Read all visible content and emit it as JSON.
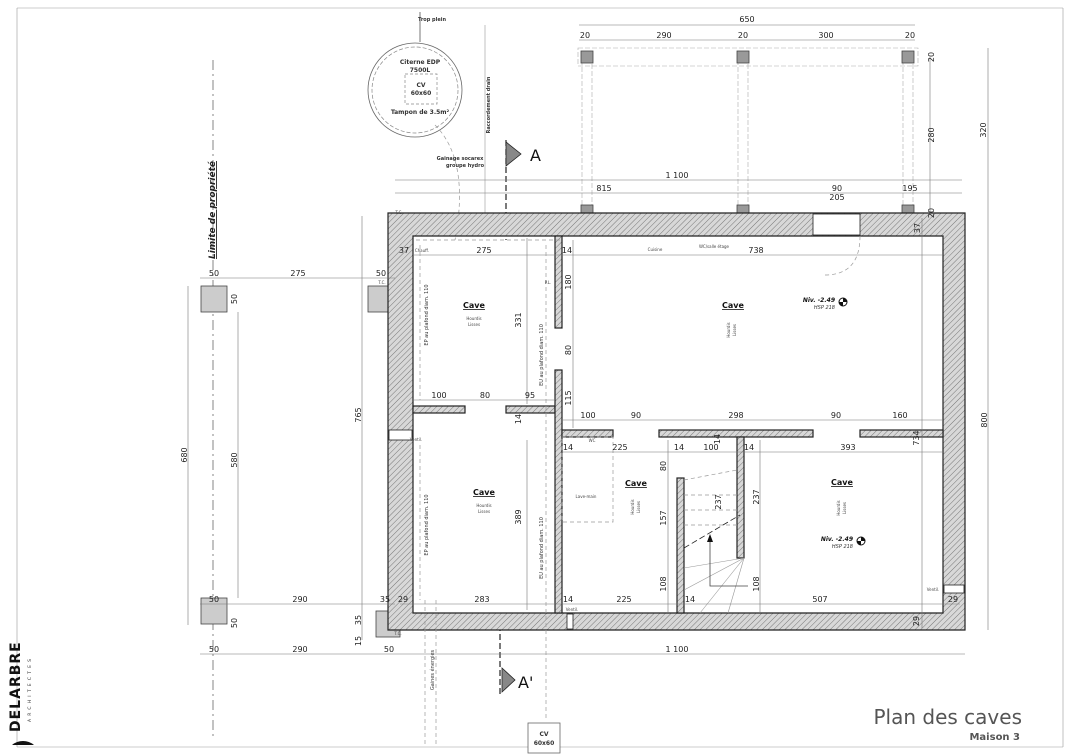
{
  "title": {
    "main": "Plan des caves",
    "sub": "Maison 3"
  },
  "logo": {
    "name": "DELARBRE",
    "tagline": "ARCHITECTES"
  },
  "tank": {
    "overflow": "Trop plein",
    "title": "Citerne EDP",
    "capacity": "7500L",
    "cv": "CV",
    "cv_size": "60x60",
    "tampon": "Tampon de 3.5m²"
  },
  "annotations": {
    "drain": "Raccordement drain",
    "gainage1": "Gainage socarex",
    "gainage2": "groupe hydro",
    "property": "Limite de propriété",
    "gaines": "Gaines énergies",
    "section_a": "A",
    "section_a2": "A'",
    "cv_bottom": "CV",
    "cv_bottom_size": "60x60"
  },
  "rooms": [
    {
      "name": "Cave",
      "floor1": "Hourdis",
      "floor2": "Lisses"
    },
    {
      "name": "Cave",
      "floor1": "Hourdis",
      "floor2": "Lisses"
    },
    {
      "name": "Cave",
      "floor1": "Hourdis",
      "floor2": "Lisses"
    },
    {
      "name": "Cave",
      "floor1": "Hourdis",
      "floor2": "Lisses"
    },
    {
      "name": "Cave",
      "floor1": "Hourdis",
      "floor2": "Lisses"
    }
  ],
  "levels": [
    {
      "niv": "Niv. -2.49",
      "hsp": "HSP 218"
    },
    {
      "niv": "Niv. -2.49",
      "hsp": "HSP 218"
    }
  ],
  "pipes": [
    "EP au plafond diam. 110",
    "EU au plafond diam. 110",
    "EP au plafond diam. 110",
    "EU au plafond diam. 110"
  ],
  "small_labels": {
    "chauff": "Chauff.",
    "pl": "P.L.",
    "cuisine": "Cuisine",
    "wc_etage": "WC/salle étage",
    "ventil": "Ventil.",
    "wc": "WC",
    "lave_main": "Lave-main",
    "tc": "T.C."
  },
  "dims": [
    "650",
    "20",
    "290",
    "20",
    "300",
    "20",
    "280",
    "320",
    "20",
    "1 100",
    "815",
    "90",
    "205",
    "195",
    "20",
    "50",
    "275",
    "50",
    "50",
    "680",
    "580",
    "765",
    "50",
    "290",
    "35",
    "50",
    "35",
    "15",
    "50",
    "290",
    "50",
    "37",
    "275",
    "14",
    "738",
    "180",
    "331",
    "80",
    "115",
    "100",
    "80",
    "95",
    "14",
    "100",
    "90",
    "298",
    "90",
    "160",
    "37",
    "800",
    "14",
    "225",
    "14",
    "100",
    "14",
    "14",
    "393",
    "734",
    "80",
    "157",
    "237",
    "237",
    "108",
    "108",
    "389",
    "29",
    "283",
    "14",
    "225",
    "14",
    "507",
    "29",
    "29",
    "1 100"
  ]
}
